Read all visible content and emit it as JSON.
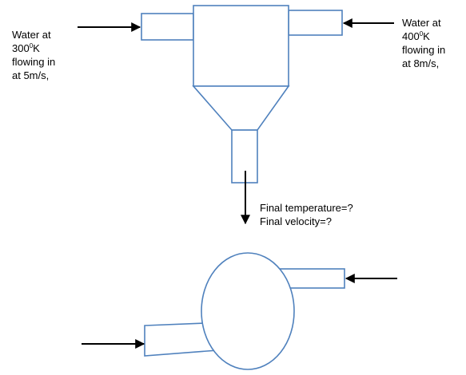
{
  "colors": {
    "outline": "#4f81bd",
    "arrow": "#000000",
    "text": "#000000",
    "background": "#ffffff"
  },
  "left_inlet": {
    "line1": "Water at",
    "temp_value": "300",
    "temp_sup": "0",
    "temp_unit": "K",
    "line3": "flowing in",
    "line4": "at 5m/s,"
  },
  "right_inlet": {
    "line1": "Water at",
    "temp_value": "400",
    "temp_sup": "0",
    "temp_unit": "K",
    "line3": "flowing in",
    "line4": "at 8m/s,"
  },
  "outlet": {
    "line1": "Final temperature=?",
    "line2": "Final velocity=?"
  }
}
